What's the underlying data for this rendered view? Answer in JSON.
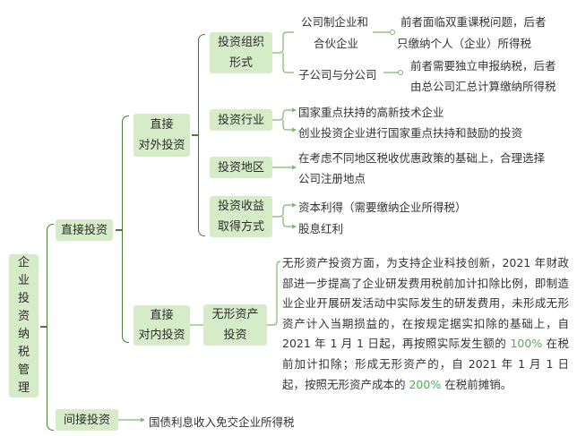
{
  "root": {
    "label": "企\n业\n投\n资\n纳\n税\n管\n理"
  },
  "direct": {
    "label": "直接投资"
  },
  "indirect": {
    "label": "间接投资",
    "leaf": "国债利息收入免交企业所得税"
  },
  "external": {
    "label": "直接\n对外投资"
  },
  "internal": {
    "label": "直接\n对内投资"
  },
  "org_form": {
    "label": "投资组织\n形式",
    "company_type": "公司制企业和",
    "company_type2": "合伙企业",
    "company_note": "前者面临双重课税问题，后者",
    "company_note2": "只缴纳个人（企业）所得税",
    "subsidiary": "子公司与分公司",
    "subsidiary_note": "前者需要独立申报纳税，后者",
    "subsidiary_note2": "由总公司汇总计算缴纳所得税"
  },
  "industry": {
    "label": "投资行业",
    "item1": "国家重点扶持的高新技术企业",
    "item2": "创业投资企业进行国家重点扶持和鼓励的投资"
  },
  "region": {
    "label": "投资地区",
    "text1": "在考虑不同地区税收优惠政策的基础上，合理选择",
    "text2": "公司注册地点"
  },
  "returns": {
    "label": "投资收益\n取得方式",
    "item1": "资本利得（需要缴纳企业所得税）",
    "item2": "股息红利"
  },
  "intangible": {
    "label": "无形资产\n投资",
    "p1": "无形资产投资方面，为支持企业科技创新，2021 年财政部进一步提高了企业研发费用税前加计扣除比例，即制造业企业开展研发活动中实际发生的研发费用，未形成无形资产计入当期损益的，在按规定据实扣除的基础上，自 2021 年 1 月 1 日起，再按照实际发生额的 ",
    "pct1": "100%",
    "p2": " 在税前加计扣除；形成无形资产的，自 2021 年 1 月 1 日起，按照无形资产成本的 ",
    "pct2": "200%",
    "p3": " 在税前摊销。"
  },
  "colors": {
    "box_fill": "#d6ecc9",
    "connector": "#7fb86a",
    "brace": "#4b7a3a",
    "highlight": "#4caf50"
  }
}
